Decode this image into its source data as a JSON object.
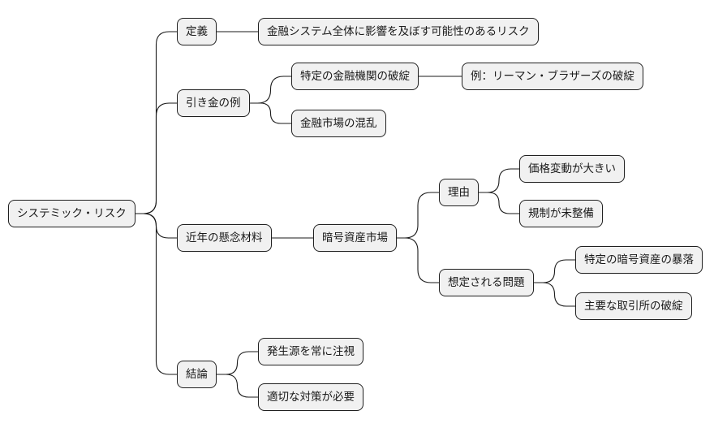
{
  "mindmap": {
    "root": {
      "id": "root",
      "label": "システミック・リスク",
      "children": [
        {
          "id": "teigi",
          "label": "定義",
          "children": [
            {
              "id": "teigi-desc",
              "label": "金融システム全体に影響を及ぼす可能性のあるリスク",
              "children": []
            }
          ]
        },
        {
          "id": "hikigane",
          "label": "引き金の例",
          "children": [
            {
              "id": "kikan-hatan",
              "label": "特定の金融機関の破綻",
              "children": [
                {
                  "id": "lehman",
                  "label": "例：リーマン・ブラザーズの破綻",
                  "children": []
                }
              ]
            },
            {
              "id": "shijo-konran",
              "label": "金融市場の混乱",
              "children": []
            }
          ]
        },
        {
          "id": "kenen",
          "label": "近年の懸念材料",
          "children": [
            {
              "id": "angou",
              "label": "暗号資産市場",
              "children": [
                {
                  "id": "riyu",
                  "label": "理由",
                  "children": [
                    {
                      "id": "kakaku",
                      "label": "価格変動が大きい",
                      "children": []
                    },
                    {
                      "id": "kisei",
                      "label": "規制が未整備",
                      "children": []
                    }
                  ]
                },
                {
                  "id": "mondai",
                  "label": "想定される問題",
                  "children": [
                    {
                      "id": "bouraku",
                      "label": "特定の暗号資産の暴落",
                      "children": []
                    },
                    {
                      "id": "torihikijo",
                      "label": "主要な取引所の破綻",
                      "children": []
                    }
                  ]
                }
              ]
            }
          ]
        },
        {
          "id": "ketsuron",
          "label": "結論",
          "children": [
            {
              "id": "hasseigen",
              "label": "発生源を常に注視",
              "children": []
            },
            {
              "id": "taisaku",
              "label": "適切な対策が必要",
              "children": []
            }
          ]
        }
      ]
    }
  }
}
